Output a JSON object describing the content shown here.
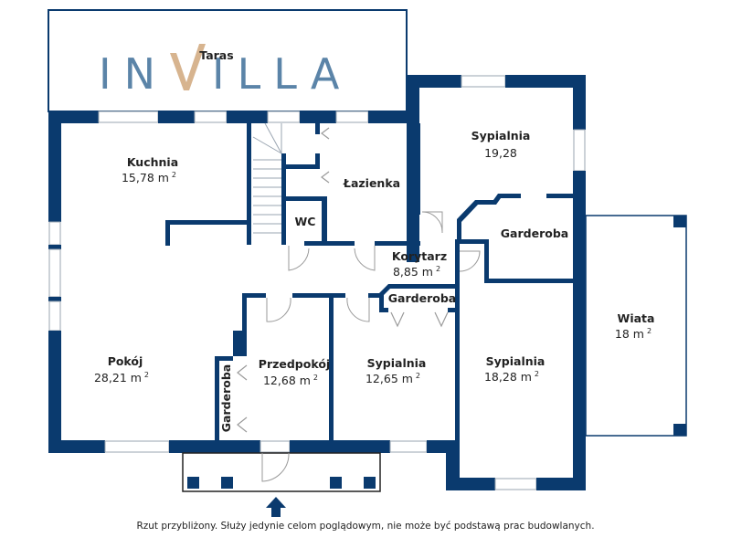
{
  "logo": {
    "text_left": "IN",
    "text_v": "V",
    "text_right": "ILLA",
    "color_primary": "#5b84a8",
    "color_accent": "#d7b48f"
  },
  "colors": {
    "wall": "#0a3a6e"
  },
  "rooms": [
    {
      "id": "taras",
      "name": "Taras",
      "area": ""
    },
    {
      "id": "kuchnia",
      "name": "Kuchnia",
      "area": "15,78 m",
      "unit_sup": "2"
    },
    {
      "id": "lazienka",
      "name": "Łazienka",
      "area": ""
    },
    {
      "id": "wc",
      "name": "WC",
      "area": ""
    },
    {
      "id": "sypialnia-1",
      "name": "Sypialnia",
      "area": "19,28",
      "unit_sup": ""
    },
    {
      "id": "garderoba-1",
      "name": "Garderoba",
      "area": ""
    },
    {
      "id": "korytarz",
      "name": "Korytarz",
      "area": "8,85 m",
      "unit_sup": "2"
    },
    {
      "id": "garderoba-2",
      "name": "Garderoba",
      "area": ""
    },
    {
      "id": "wiata",
      "name": "Wiata",
      "area": "18 m",
      "unit_sup": "2"
    },
    {
      "id": "pokoj",
      "name": "Pokój",
      "area": "28,21 m",
      "unit_sup": "2"
    },
    {
      "id": "przedpokoj",
      "name": "Przedpokój",
      "area": "12,68 m",
      "unit_sup": "2"
    },
    {
      "id": "garderoba-3",
      "name": "Garderoba",
      "area": ""
    },
    {
      "id": "sypialnia-2",
      "name": "Sypialnia",
      "area": "12,65 m",
      "unit_sup": "2"
    },
    {
      "id": "sypialnia-3",
      "name": "Sypialnia",
      "area": "18,28 m",
      "unit_sup": "2"
    }
  ],
  "entrance_icon": "entrance-arrow-up",
  "caption": "Rzut przybliżony. Służy jedynie celom poglądowym, nie może być podstawą prac budowlanych."
}
